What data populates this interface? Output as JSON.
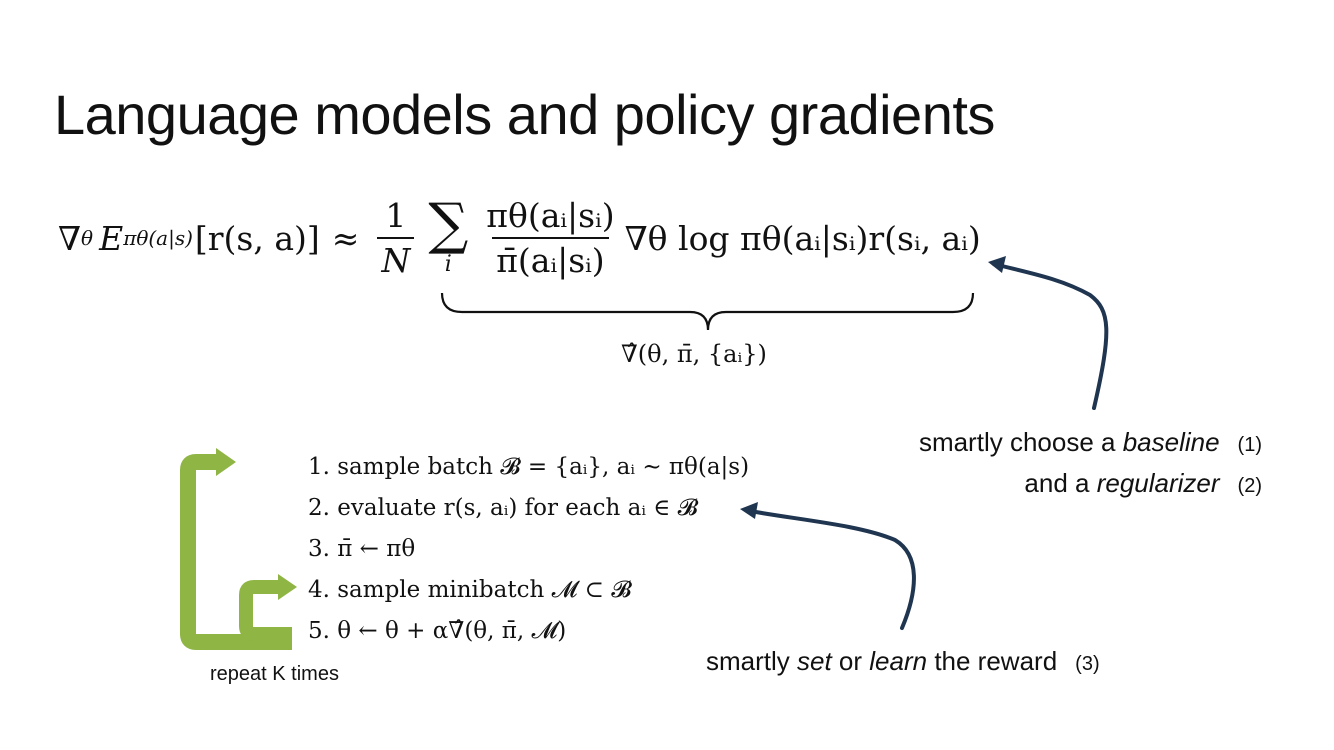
{
  "slide": {
    "title": "Language models and policy gradients",
    "equation": {
      "lhs_nabla": "∇",
      "lhs_theta": "θ",
      "lhs_E": "E",
      "lhs_sub": "πθ(a|s)",
      "lhs_body": "[r(s, a)]",
      "approx": "≈",
      "frac1_num": "1",
      "frac1_den": "N",
      "sum_sym": "∑",
      "sum_sub": "i",
      "frac2_num": "πθ(aᵢ|sᵢ)",
      "frac2_den": "π̄(aᵢ|sᵢ)",
      "tail": "∇θ log πθ(aᵢ|sᵢ)r(sᵢ, aᵢ)"
    },
    "brace_label": "∇̂(θ, π̄, {aᵢ})",
    "steps": [
      "1.  sample batch 𝓑 = {aᵢ}, aᵢ ∼ πθ(a|s)",
      "2.  evaluate r(s, aᵢ) for each aᵢ ∈ 𝓑",
      "3.  π̄ ← πθ",
      "4.  sample minibatch 𝓜 ⊂ 𝓑",
      "5.  θ ← θ + α∇̂(θ, π̄, 𝓜)"
    ],
    "loop_label": "repeat K times",
    "notes": [
      {
        "pre": "smartly choose a ",
        "em": "baseline",
        "post": "",
        "num": "(1)"
      },
      {
        "pre": "and a ",
        "em": "regularizer",
        "post": "",
        "num": "(2)"
      },
      {
        "pre": "smartly ",
        "em": "set",
        "mid": " or ",
        "em2": "learn",
        "post": " the reward",
        "num": "(3)"
      }
    ],
    "colors": {
      "arrow": "#1f3550",
      "loop": "#8fb545"
    }
  }
}
